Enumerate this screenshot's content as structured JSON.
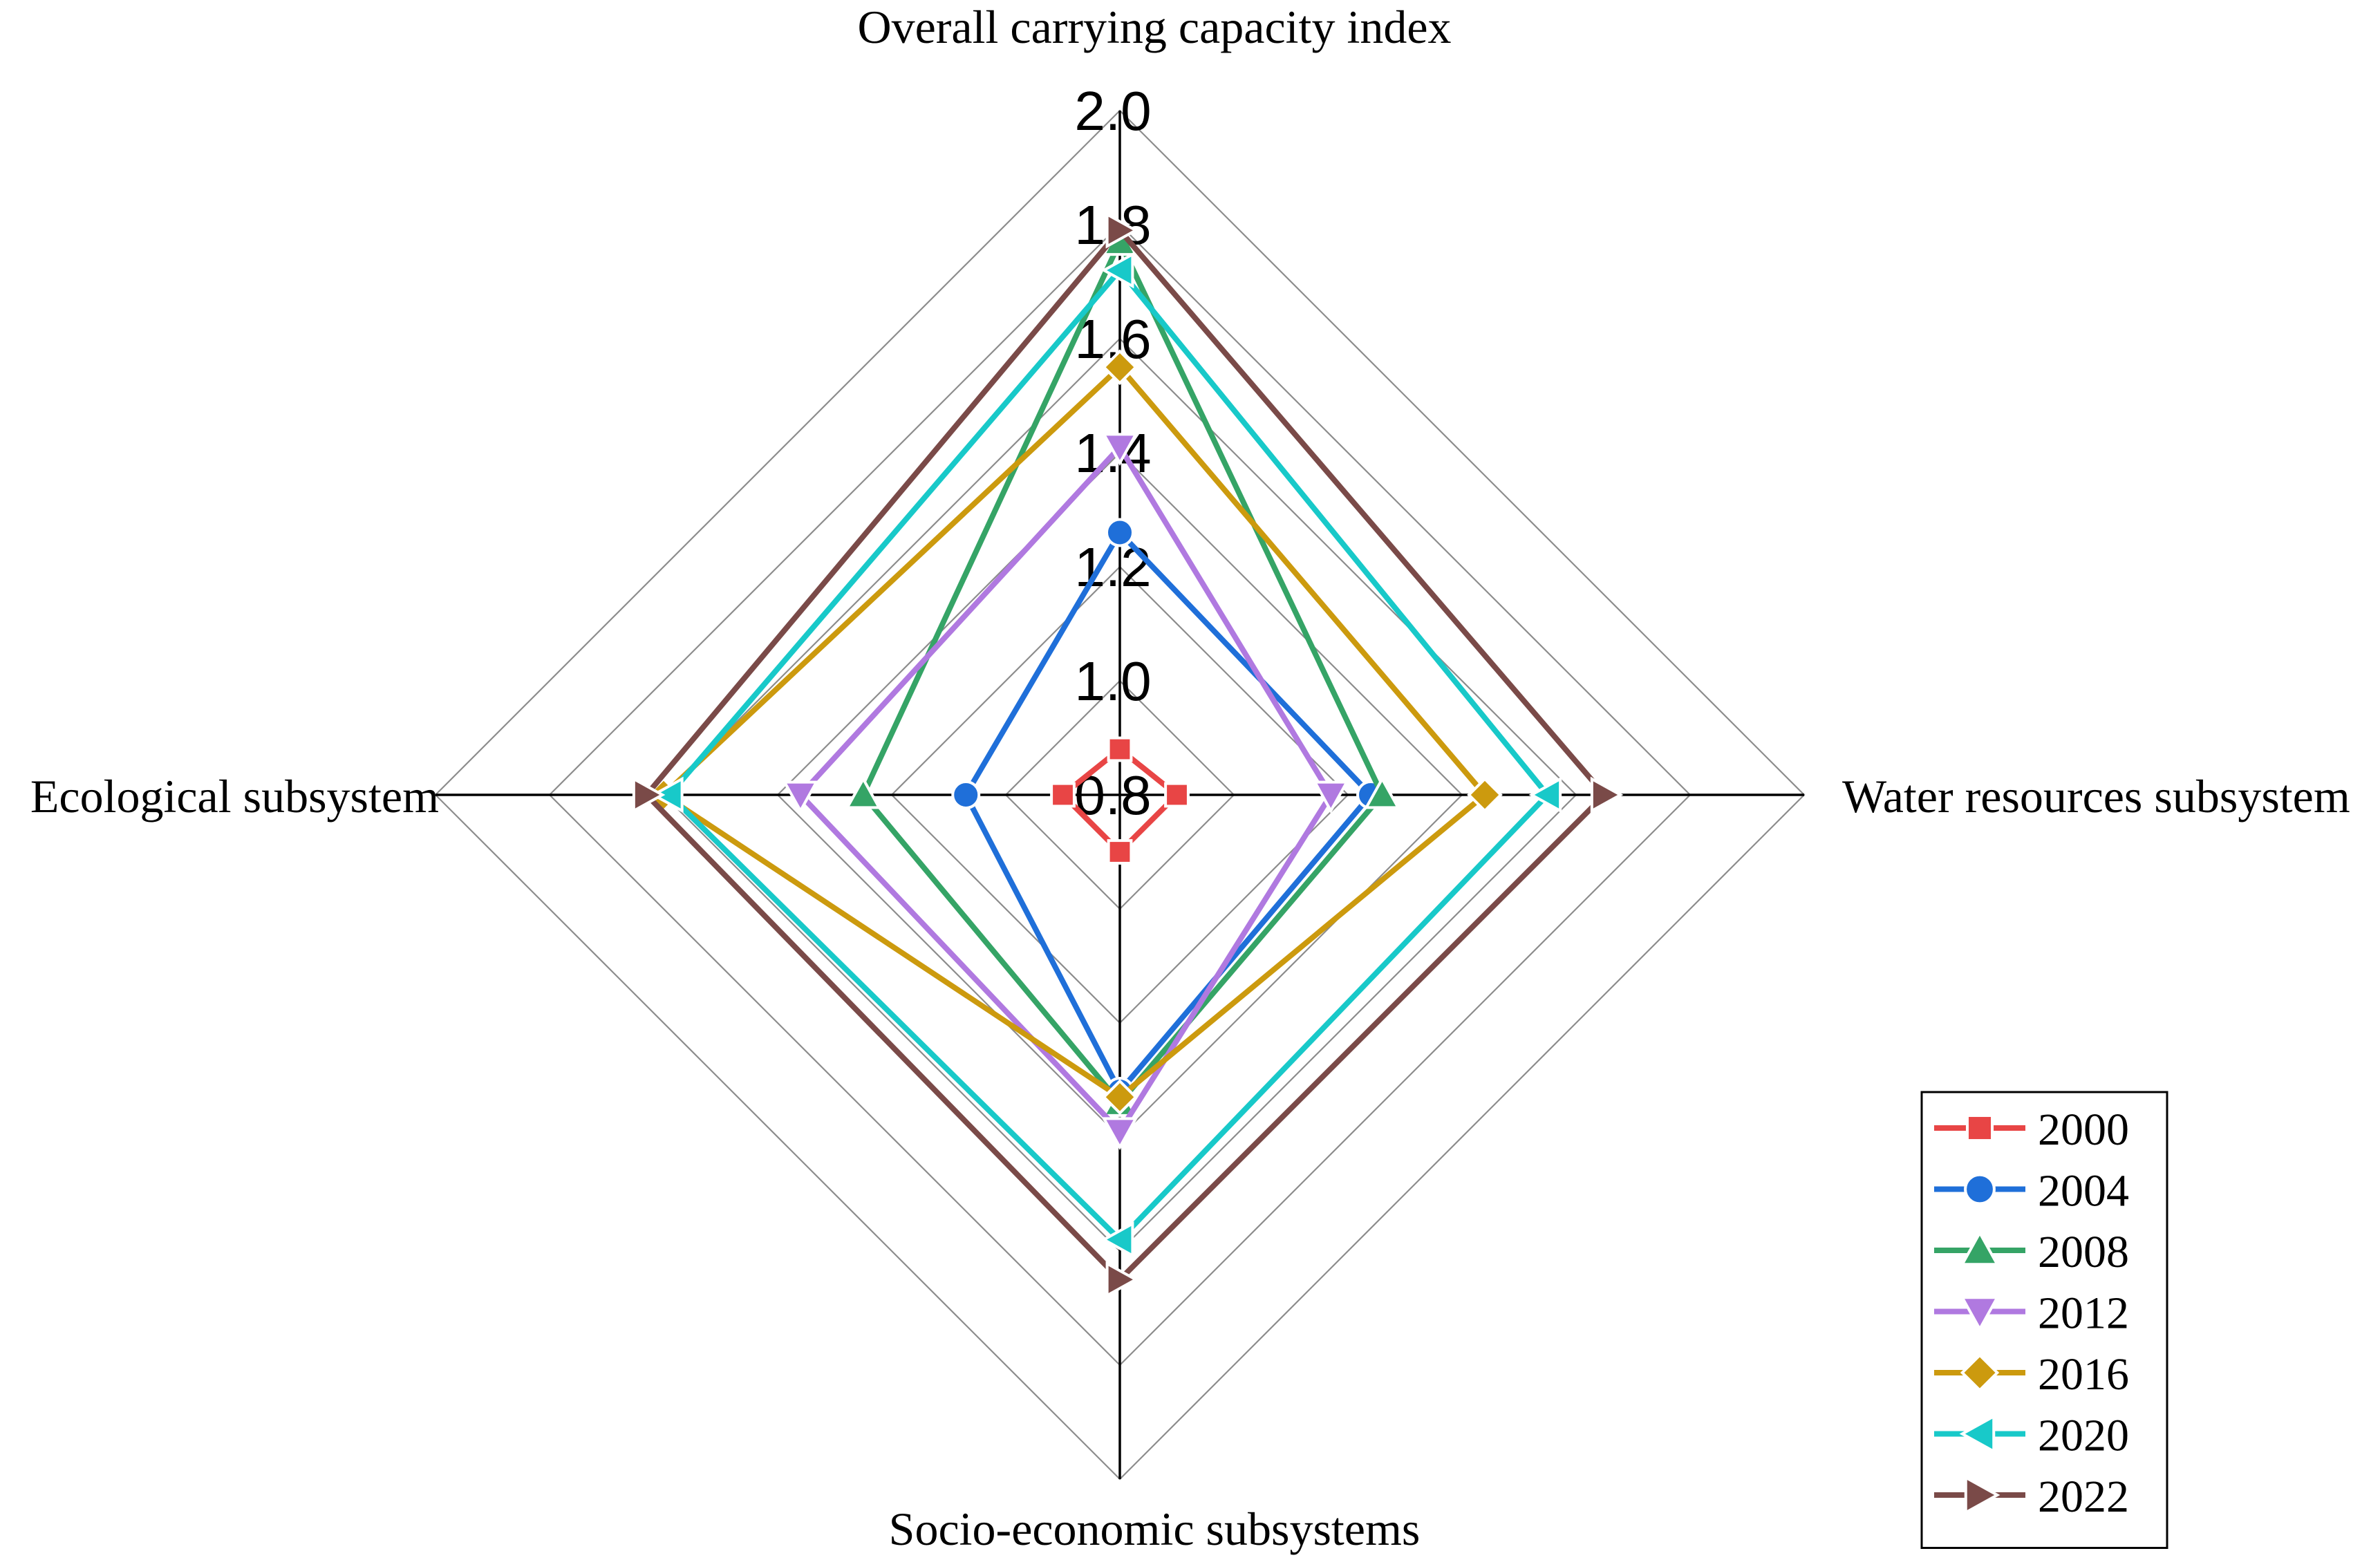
{
  "chart_data": {
    "type": "radar",
    "axes": [
      "Overall carrying capacity index",
      "Water resources subsystem",
      "Socio-economic subsystems",
      "Ecological subsystem"
    ],
    "radial_ticks": [
      "0.8",
      "1.0",
      "1.2",
      "1.4",
      "1.6",
      "1.8",
      "2.0"
    ],
    "rlim": [
      0.8,
      2.0
    ],
    "grid": true,
    "legend_position": "bottom-right",
    "series": [
      {
        "name": "2000",
        "values": [
          0.88,
          0.9,
          0.9,
          0.9
        ],
        "color": "#e84545",
        "marker": "square"
      },
      {
        "name": "2004",
        "values": [
          1.26,
          1.24,
          1.32,
          1.07
        ],
        "color": "#1f6fd9",
        "marker": "circle"
      },
      {
        "name": "2008",
        "values": [
          1.77,
          1.26,
          1.34,
          1.25
        ],
        "color": "#35a466",
        "marker": "triangle-up"
      },
      {
        "name": "2012",
        "values": [
          1.41,
          1.17,
          1.39,
          1.36
        ],
        "color": "#b079e0",
        "marker": "triangle-down"
      },
      {
        "name": "2016",
        "values": [
          1.55,
          1.44,
          1.33,
          1.6
        ],
        "color": "#cc9a0e",
        "marker": "diamond"
      },
      {
        "name": "2020",
        "values": [
          1.72,
          1.55,
          1.58,
          1.59
        ],
        "color": "#18c9c9",
        "marker": "triangle-left"
      },
      {
        "name": "2022",
        "values": [
          1.79,
          1.65,
          1.65,
          1.63
        ],
        "color": "#7a4a48",
        "marker": "triangle-right"
      }
    ]
  }
}
